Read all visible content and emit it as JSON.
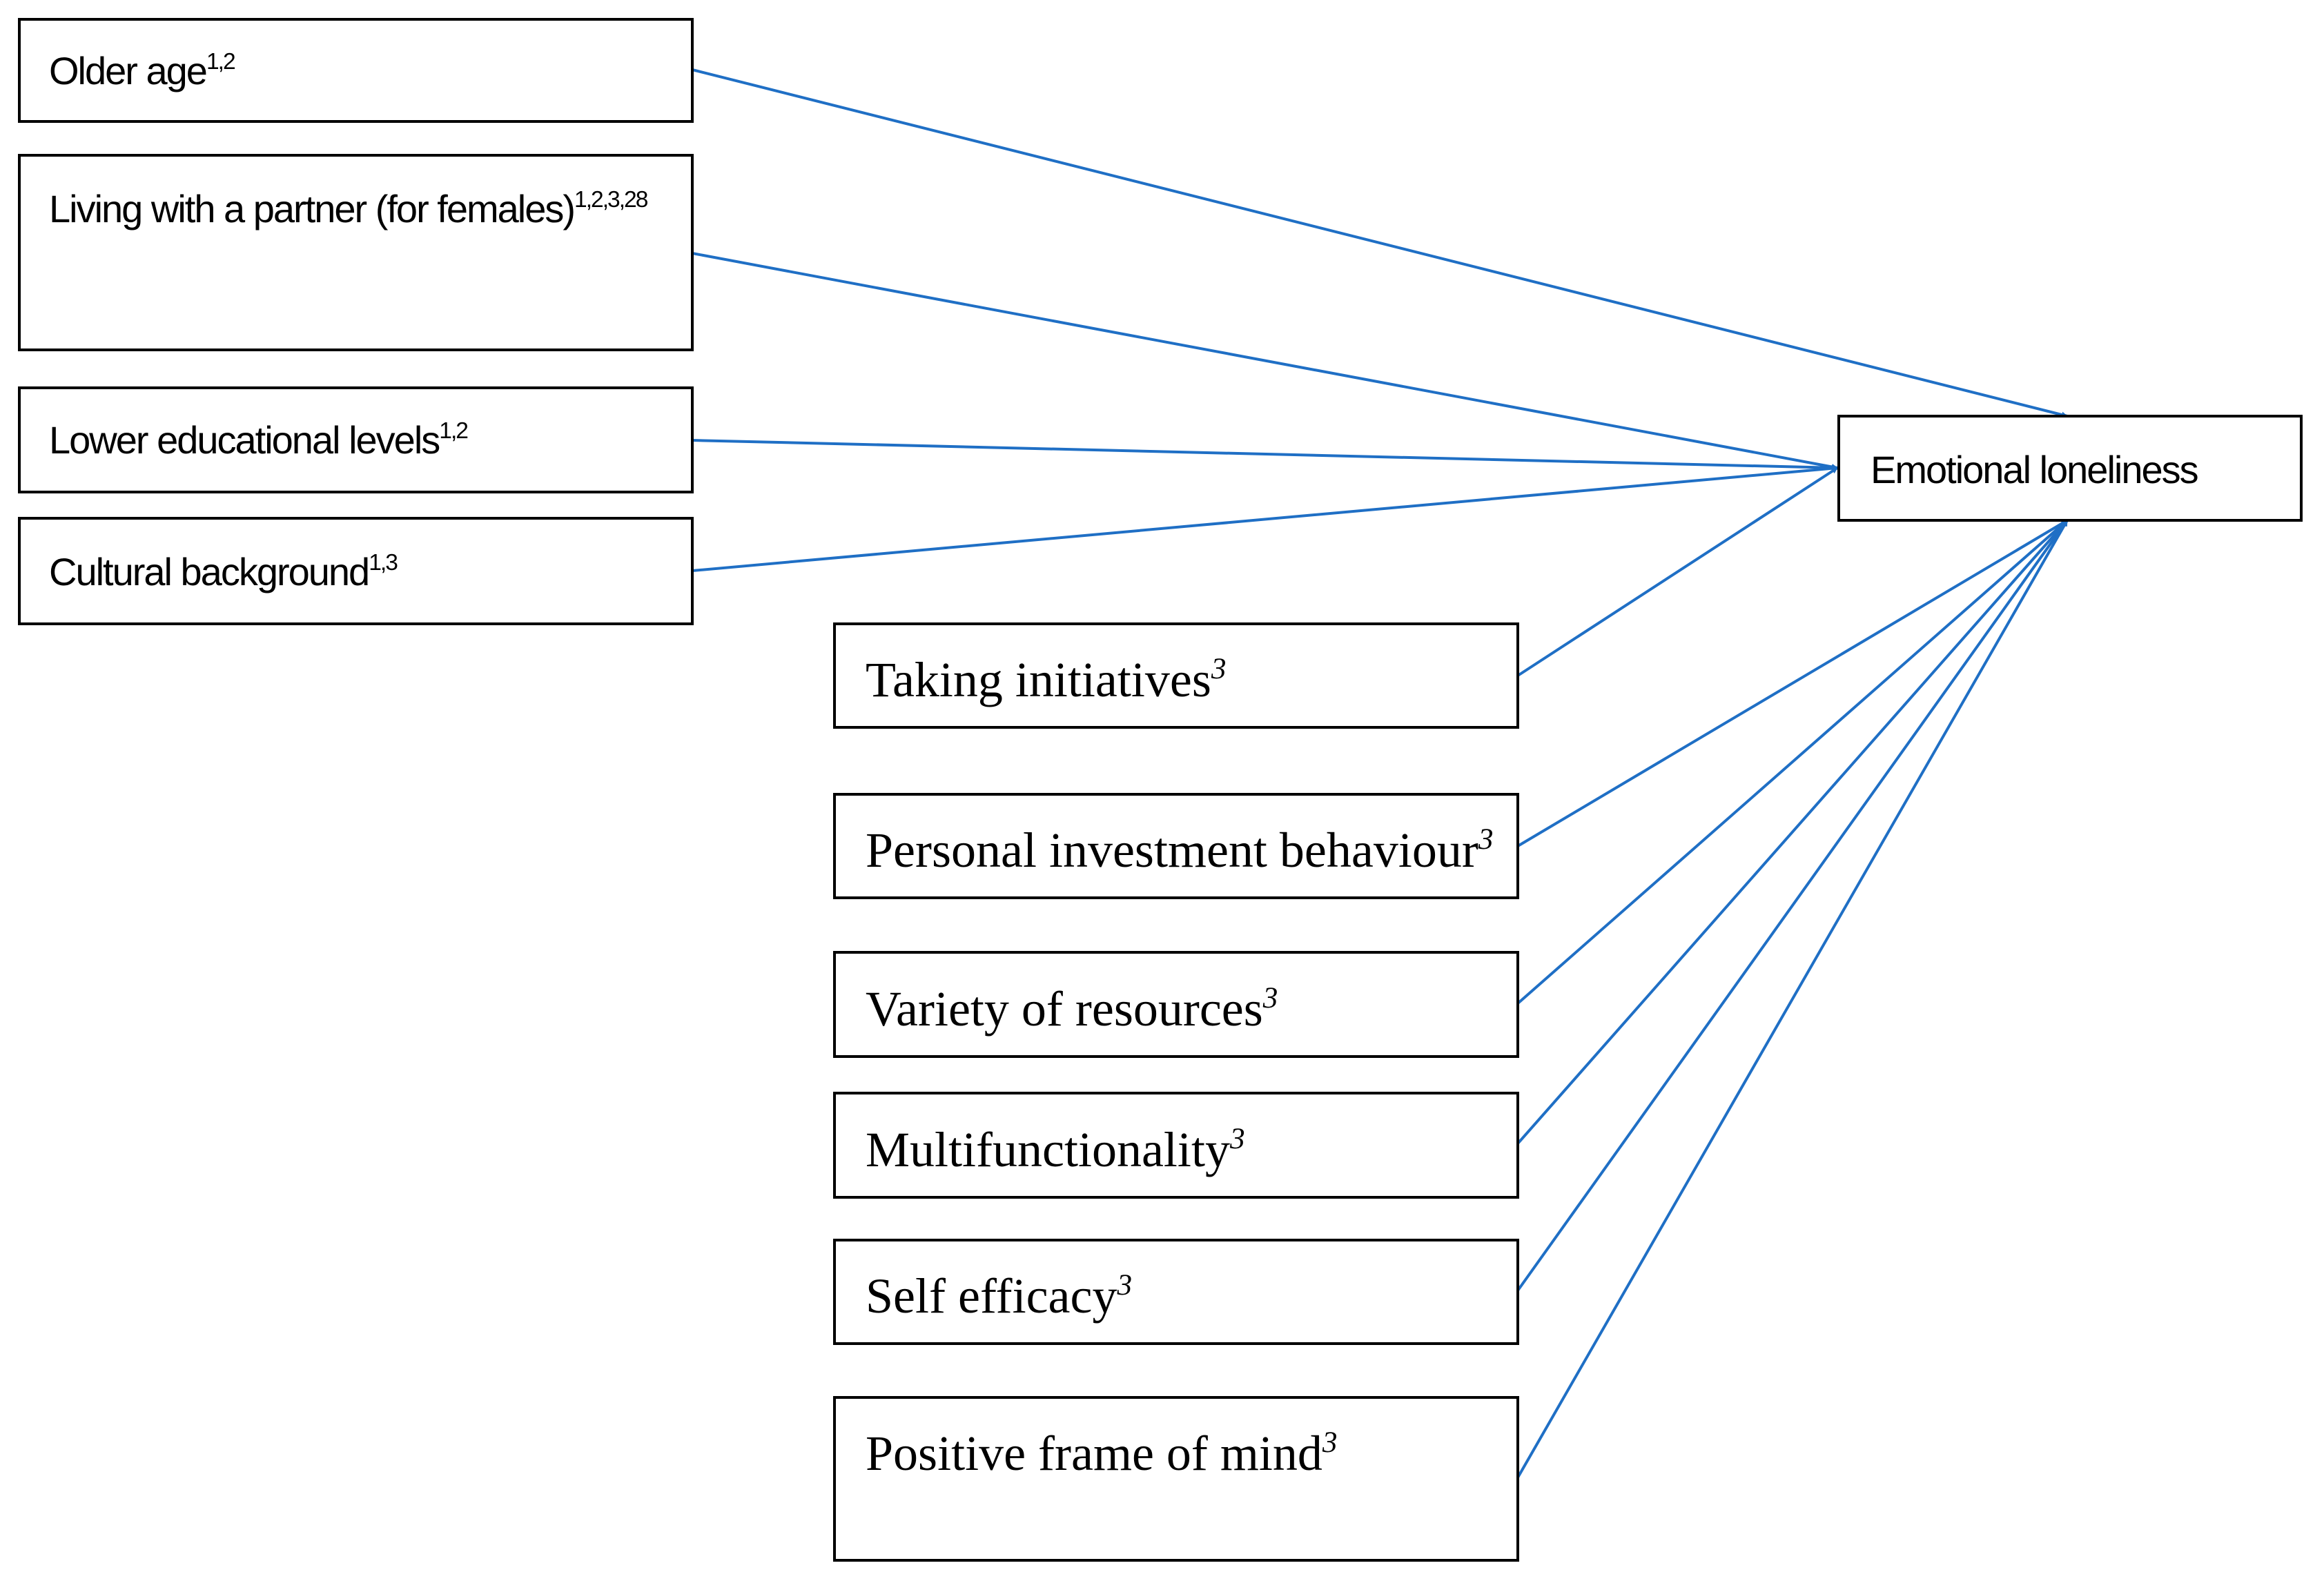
{
  "colors": {
    "arrow": "#1f6fc5",
    "box_border": "#000000"
  },
  "outcome": {
    "label": "Emotional loneliness"
  },
  "factors_left": [
    {
      "label": "Older age",
      "refs": "1,2"
    },
    {
      "label": "Living with a partner (for females)",
      "refs": "1,2,3,28"
    },
    {
      "label": "Lower educational levels",
      "refs": "1,2"
    },
    {
      "label": "Cultural background",
      "refs": "1,3"
    }
  ],
  "factors_right": [
    {
      "label": "Taking initiatives",
      "refs": "3"
    },
    {
      "label": "Personal investment behaviour",
      "refs": "3"
    },
    {
      "label": "Variety of resources",
      "refs": "3"
    },
    {
      "label": "Multifunctionality",
      "refs": "3"
    },
    {
      "label": "Self efficacy",
      "refs": "3"
    },
    {
      "label": "Positive frame of mind",
      "refs": "3"
    }
  ]
}
